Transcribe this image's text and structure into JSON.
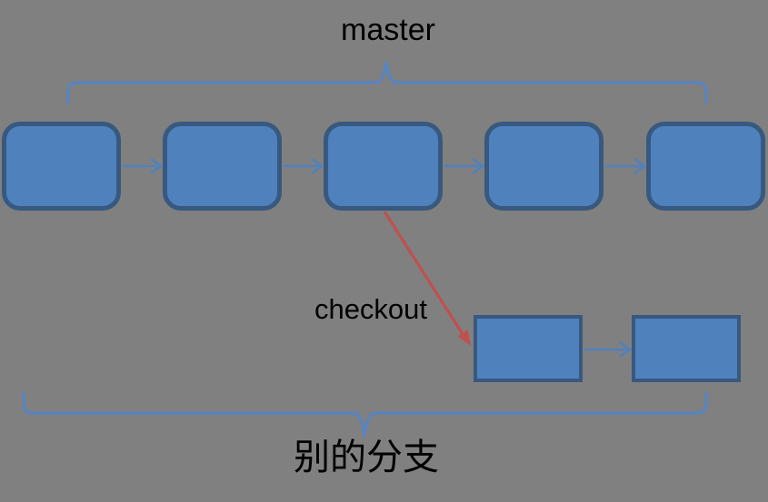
{
  "diagram": {
    "background": "#808080",
    "master_branch": {
      "label": "master",
      "commit_count": 5
    },
    "other_branch": {
      "label": "别的分支",
      "commit_count": 2
    },
    "checkout": {
      "label": "checkout"
    },
    "colors": {
      "node_fill": "#4F81BD",
      "node_border": "#38597F",
      "commit_arrow": "#4F81BD",
      "brace": "#5585C6",
      "checkout_arrow": "#C0504D",
      "label_text": "#000000"
    }
  }
}
